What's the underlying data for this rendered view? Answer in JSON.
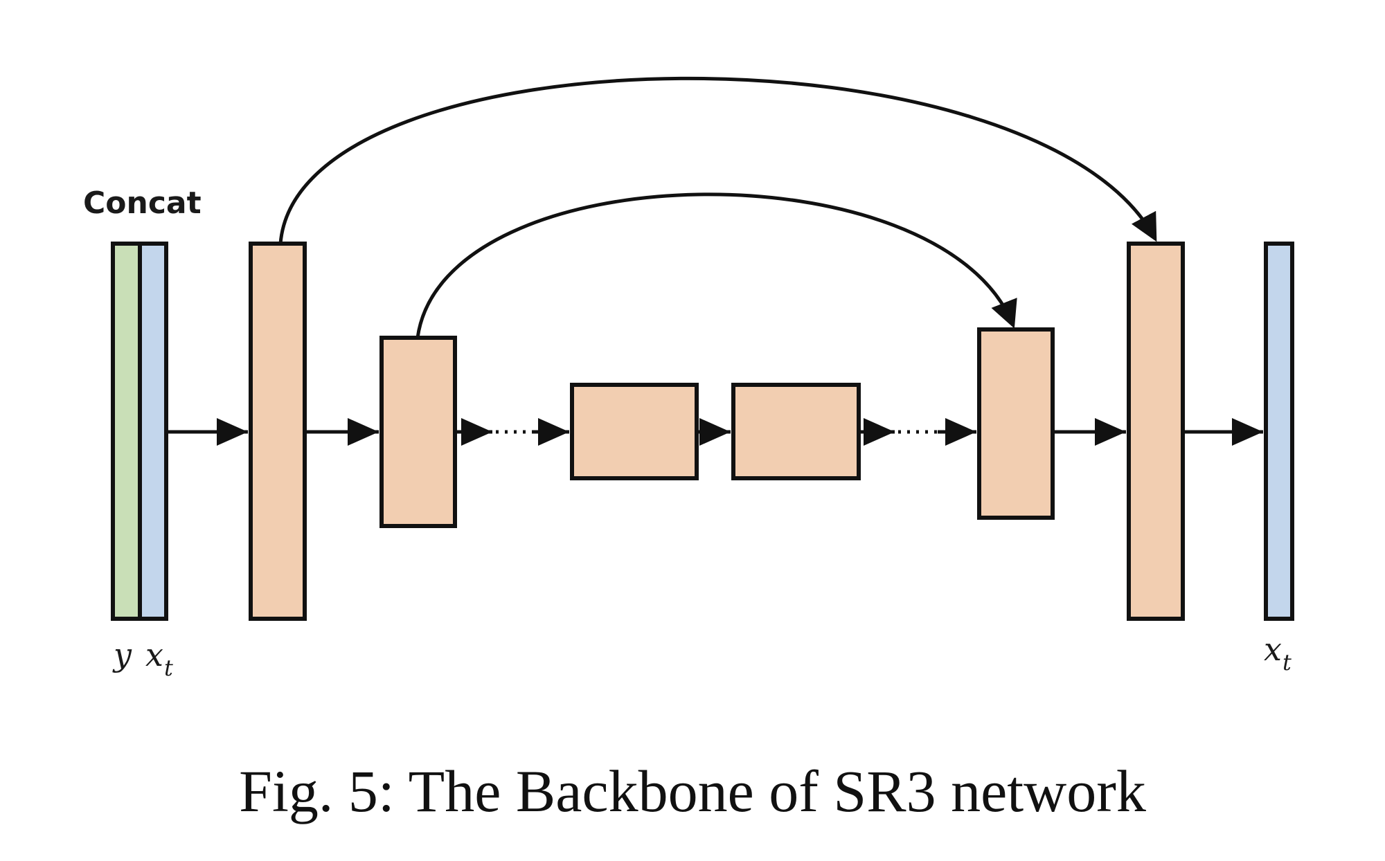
{
  "figure": {
    "caption": "Fig. 5: The Backbone of SR3 network",
    "labels": {
      "concat": "Concat",
      "input_y": "y",
      "input_x": "x",
      "input_x_sub": "t",
      "output_x": "x",
      "output_x_sub": "t"
    }
  },
  "colors": {
    "condition_y": "#c9dfb7",
    "noisy_x": "#c3d6ec",
    "block": "#f2ceb1",
    "stroke": "#111111"
  }
}
